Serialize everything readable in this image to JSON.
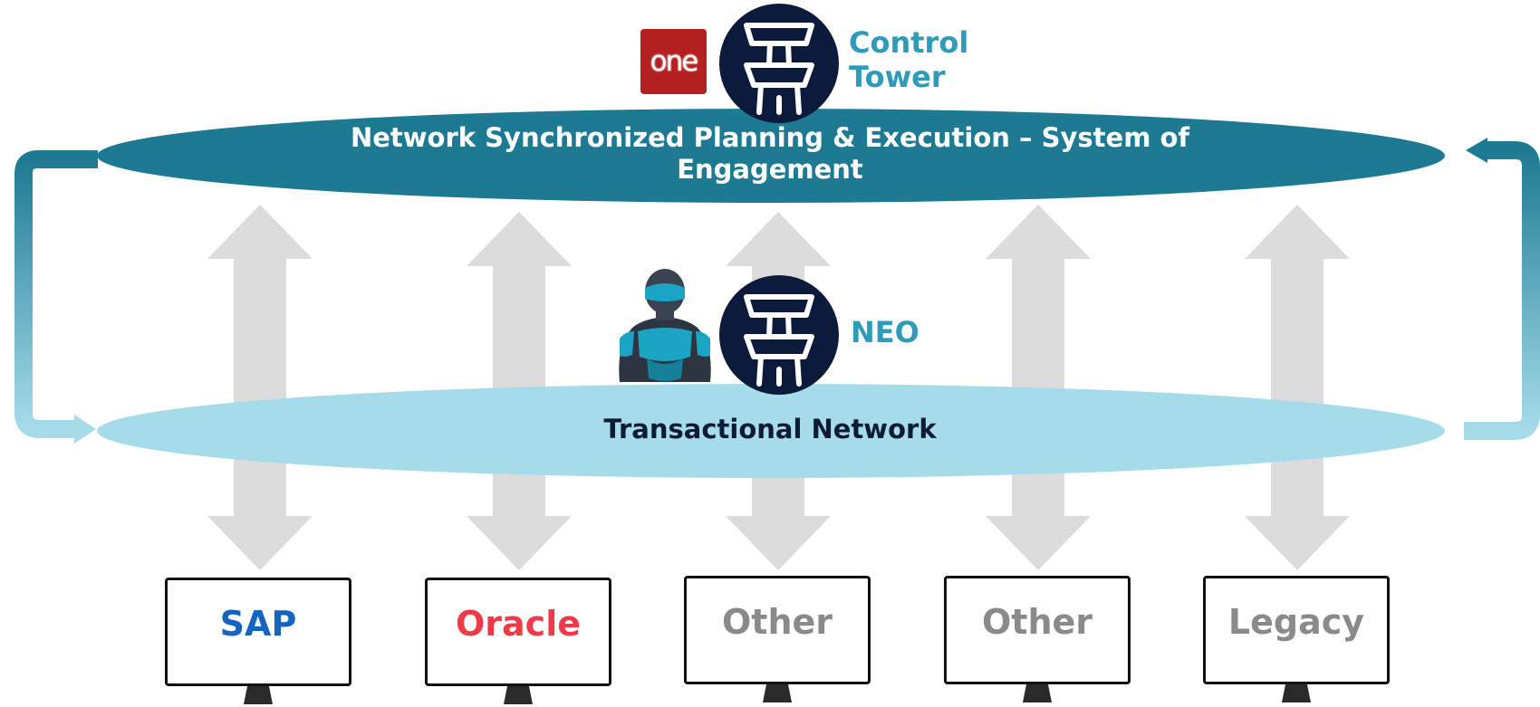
{
  "logo": {
    "text": "one"
  },
  "top_badge": {
    "label_line1": "Control",
    "label_line2": "Tower"
  },
  "top_ellipse": {
    "label": "Network Synchronized Planning & Execution – System of Engagement"
  },
  "neo_badge": {
    "label": "NEO"
  },
  "bottom_ellipse": {
    "label": "Transactional Network"
  },
  "systems": [
    {
      "label": "SAP",
      "color": "#1565c0"
    },
    {
      "label": "Oracle",
      "color": "#f03a47"
    },
    {
      "label": "Other",
      "color": "#8a8a8a"
    },
    {
      "label": "Other",
      "color": "#8a8a8a"
    },
    {
      "label": "Legacy",
      "color": "#8a8a8a"
    }
  ],
  "colors": {
    "top_ellipse": "#1e7a92",
    "bottom_ellipse": "#a6dcea",
    "badge": "#0c1a3c",
    "arrows": "#dcdcdc"
  }
}
